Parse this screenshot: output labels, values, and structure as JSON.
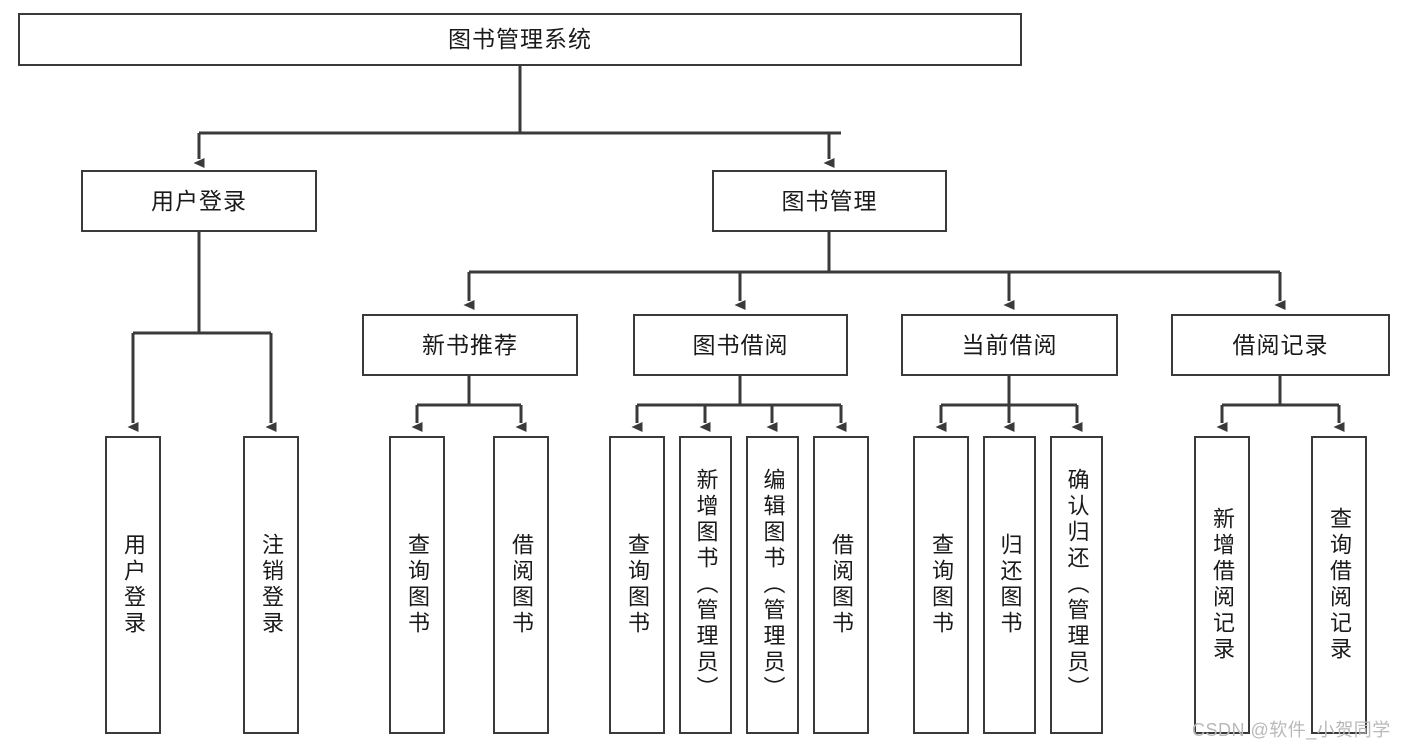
{
  "diagram": {
    "title": "图书管理系统",
    "type": "功能结构图",
    "watermark": "CSDN @软件_小贺同学",
    "colors": {
      "border": "#3a3a3a",
      "edge": "#3a3a3a",
      "background": "#ffffff",
      "text": "#1a1a1a",
      "watermark": "#b9b9b9"
    }
  },
  "nodes": {
    "root": {
      "label": "图书管理系统"
    },
    "level1": [
      {
        "id": "user-login",
        "label": "用户登录"
      },
      {
        "id": "book-manage",
        "label": "图书管理"
      }
    ],
    "level2": [
      {
        "id": "new-book-recommend",
        "label": "新书推荐"
      },
      {
        "id": "book-borrow",
        "label": "图书借阅"
      },
      {
        "id": "current-borrow",
        "label": "当前借阅"
      },
      {
        "id": "borrow-record",
        "label": "借阅记录"
      }
    ],
    "leaves": {
      "user-login": [
        {
          "id": "login",
          "label": "用户登录"
        },
        {
          "id": "logout",
          "label": "注销登录"
        }
      ],
      "new-book-recommend": [
        {
          "id": "query-book-1",
          "label": "查询图书"
        },
        {
          "id": "borrow-book-1",
          "label": "借阅图书"
        }
      ],
      "book-borrow": [
        {
          "id": "query-book-2",
          "label": "查询图书"
        },
        {
          "id": "add-book",
          "label": "新增图书（管理员）"
        },
        {
          "id": "edit-book",
          "label": "编辑图书（管理员）"
        },
        {
          "id": "borrow-book-2",
          "label": "借阅图书"
        }
      ],
      "current-borrow": [
        {
          "id": "query-book-3",
          "label": "查询图书"
        },
        {
          "id": "return-book",
          "label": "归还图书"
        },
        {
          "id": "confirm-return",
          "label": "确认归还（管理员）"
        }
      ],
      "borrow-record": [
        {
          "id": "add-record",
          "label": "新增借阅记录"
        },
        {
          "id": "query-record",
          "label": "查询借阅记录"
        }
      ]
    }
  }
}
